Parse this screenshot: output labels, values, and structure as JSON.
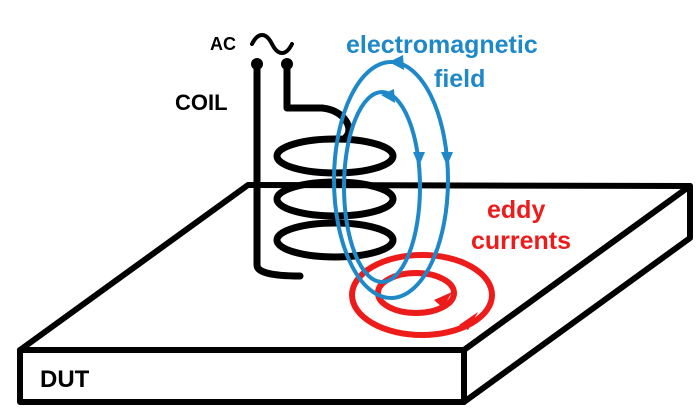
{
  "labels": {
    "ac": "AC",
    "coil": "COIL",
    "field_line1": "electromagnetic",
    "field_line2": "field",
    "eddy_line1": "eddy",
    "eddy_line2": "currents",
    "dut": "DUT"
  },
  "colors": {
    "ink": "#000000",
    "field": "#1e88c8",
    "eddy": "#ee1b1b"
  },
  "icons": [
    "ac-sine-icon"
  ]
}
